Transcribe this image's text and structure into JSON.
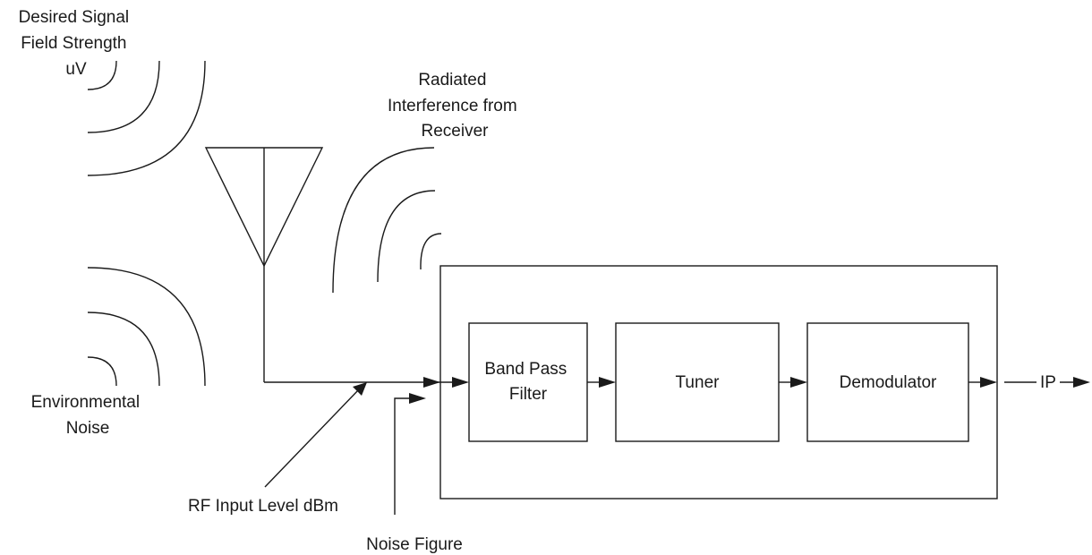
{
  "labels": {
    "desired_signal": [
      "Desired Signal",
      "Field Strength",
      "uV"
    ],
    "radiated_interference": [
      "Radiated",
      "Interference from",
      "Receiver"
    ],
    "environmental_noise": [
      "Environmental",
      "Noise"
    ],
    "rf_input_level": "RF Input Level dBm",
    "noise_figure": "Noise Figure",
    "output": "IP"
  },
  "blocks": {
    "band_pass_filter": [
      "Band Pass",
      "Filter"
    ],
    "tuner": "Tuner",
    "demodulator": "Demodulator"
  }
}
